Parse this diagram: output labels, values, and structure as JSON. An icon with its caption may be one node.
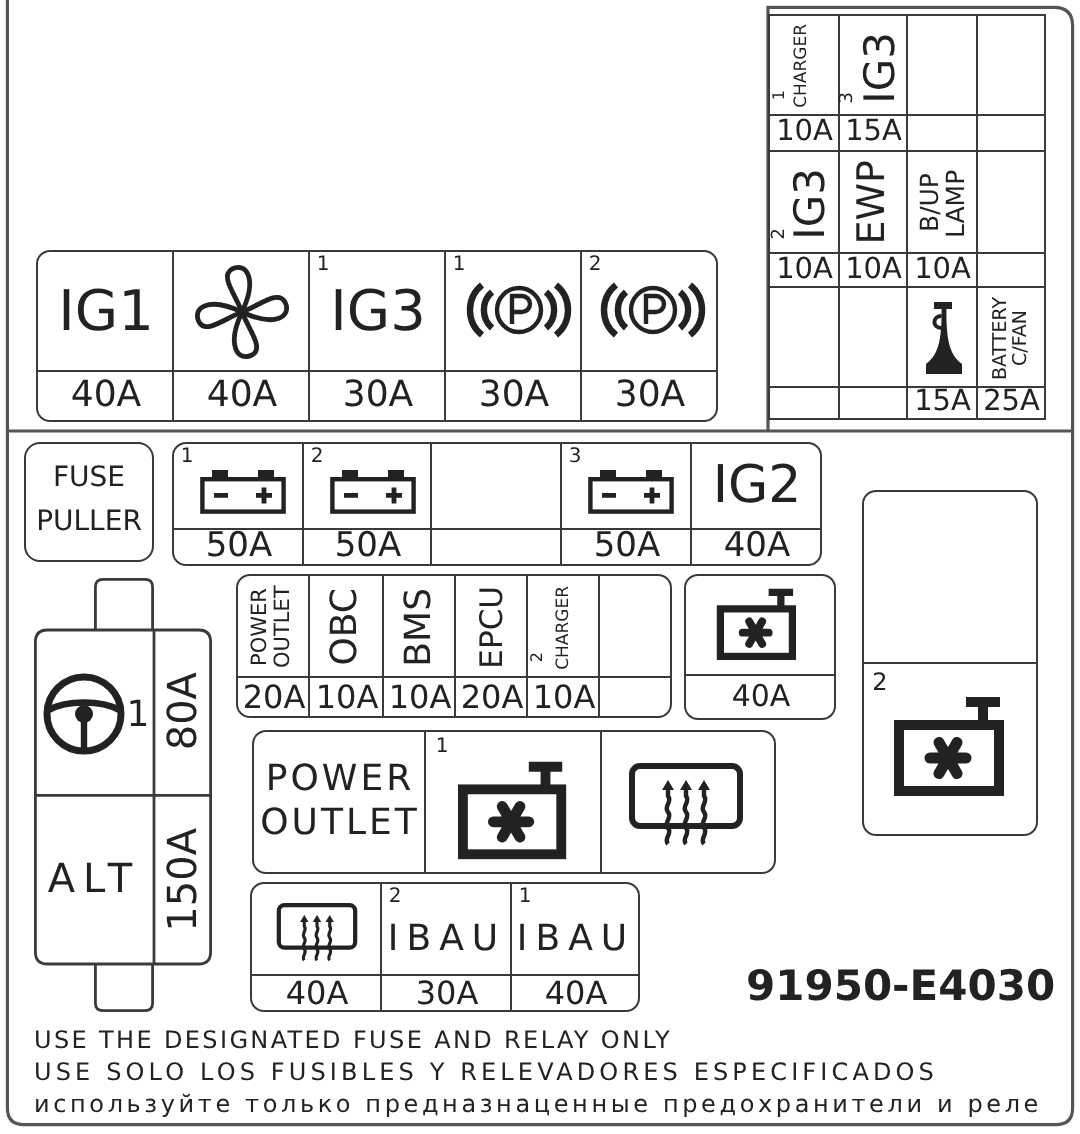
{
  "diagram": {
    "nodes": [
      {
        "text": [
          "1",
          "CHARGER",
          "10A"
        ]
      },
      {
        "text": [
          "3",
          "IG3",
          "15A"
        ]
      },
      {
        "text": [],
        "shape": "box"
      },
      {
        "text": [],
        "shape": "box"
      },
      {
        "text": [
          "2",
          "IG3",
          "10A"
        ]
      },
      {
        "text": [
          "EWP",
          "10A"
        ]
      },
      {
        "text": [
          "B/UP LAMP",
          "10A"
        ]
      },
      {
        "text": [],
        "shape": "box"
      },
      {
        "text": [],
        "shape": "box"
      },
      {
        "text": [],
        "shape": "box"
      },
      {
        "text": [
          "15A"
        ]
      },
      {
        "text": [
          "BATTERY C/FAN",
          "25A"
        ]
      },
      {
        "text": [
          "IG1",
          "40A"
        ]
      },
      {
        "text": [
          "40A"
        ]
      },
      {
        "text": [
          "1",
          "IG3",
          "30A"
        ]
      },
      {
        "text": [
          "1",
          "30A"
        ]
      },
      {
        "text": [
          "2",
          "30A"
        ]
      },
      {
        "text": [
          "FUSE PULLER"
        ]
      },
      {
        "text": [
          "1",
          "50A"
        ]
      },
      {
        "text": [
          "2",
          "50A"
        ]
      },
      {
        "text": [],
        "shape": "box"
      },
      {
        "text": [
          "3",
          "50A"
        ]
      },
      {
        "text": [
          "IG2",
          "40A"
        ]
      },
      {
        "text": [
          "2"
        ]
      },
      {
        "text": [
          "1",
          "80A"
        ]
      },
      {
        "text": [
          "POWER OUTLET",
          "20A"
        ]
      },
      {
        "text": [
          "OBC",
          "10A"
        ]
      },
      {
        "text": [
          "BMS",
          "10A"
        ]
      },
      {
        "text": [
          "EPCU",
          "20A"
        ]
      },
      {
        "text": [
          "2",
          "CHARGER",
          "10A"
        ]
      },
      {
        "text": [],
        "shape": "box"
      },
      {
        "text": [
          "40A"
        ]
      },
      {
        "text": [
          "ALT",
          "150A"
        ]
      },
      {
        "text": [
          "POWER OUTLET"
        ]
      },
      {
        "text": [
          "1"
        ]
      },
      {
        "text": [],
        "shape": "box"
      },
      {
        "text": [
          "40A"
        ]
      },
      {
        "text": [
          "2",
          "IBAU",
          "30A"
        ]
      },
      {
        "text": [
          "1",
          "IBAU",
          "40A"
        ]
      }
    ],
    "labels": [
      "91950-E4030",
      "USE THE DESIGNATED FUSE AND RELAY ONLY",
      "USE SOLO LOS FUSIBLES Y RELEVADORES ESPECIFICADOS",
      "используйте только предназнаценные предохранители и реле"
    ]
  }
}
